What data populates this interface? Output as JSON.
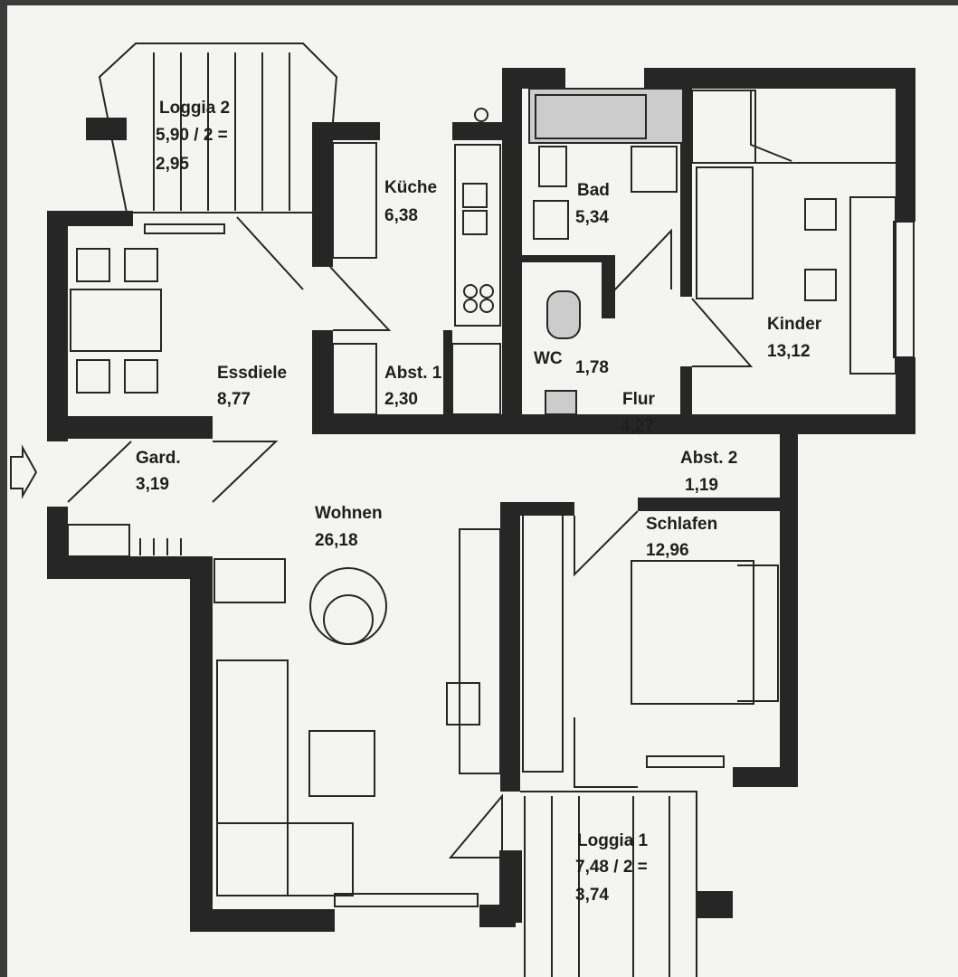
{
  "rooms": [
    {
      "name": "Loggia 2",
      "area": "5,90 / 2 =",
      "extra": "2,95"
    },
    {
      "name": "Küche",
      "area": "6,38"
    },
    {
      "name": "Bad",
      "area": "5,34"
    },
    {
      "name": "Kinder",
      "area": "13,12"
    },
    {
      "name": "Essdiele",
      "area": "8,77"
    },
    {
      "name": "Abst. 1",
      "area": "2,30"
    },
    {
      "name": "WC",
      "area": "1,78"
    },
    {
      "name": "Flur",
      "area": "4,27"
    },
    {
      "name": "Gard.",
      "area": "3,19"
    },
    {
      "name": "Abst. 2",
      "area": "1,19"
    },
    {
      "name": "Wohnen",
      "area": "26,18"
    },
    {
      "name": "Schlafen",
      "area": "12,96"
    },
    {
      "name": "Loggia 1",
      "area": "7,48 / 2 =",
      "extra": "3,74"
    }
  ],
  "icons": {
    "entrance": "arrow-right-outline-icon"
  },
  "colors": {
    "wall": "#262626",
    "paper": "#f4f4f2"
  }
}
